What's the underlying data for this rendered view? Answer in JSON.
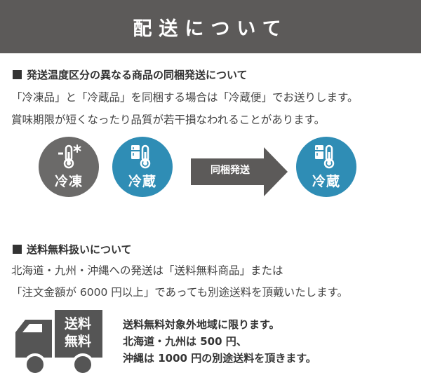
{
  "header": {
    "title": "配送について"
  },
  "section1": {
    "title": "発送温度区分の異なる商品の同梱発送について",
    "lines": [
      "「冷凍品」と「冷蔵品」を同梱する場合は「冷蔵便」でお送りします。",
      "賞味期限が短くなったり品質が若干損なわれることがあります。"
    ],
    "diagram": {
      "frozen_label": "冷凍",
      "chilled_label": "冷蔵",
      "arrow_label": "同梱発送",
      "result_label": "冷蔵"
    },
    "colors": {
      "frozen": "#6b6a69",
      "chilled": "#2f8db5",
      "arrow": "#5c5a59"
    }
  },
  "section2": {
    "title": "送料無料扱いについて",
    "lines": [
      "北海道・九州・沖縄への発送は「送料無料商品」または",
      "「注文金額が 6000 円以上」であっても別途送料を頂戴いたします。"
    ],
    "truck_label_1": "送料",
    "truck_label_2": "無料",
    "notes": [
      "送料無料対象外地域に限ります。",
      "北海道・九州は 500 円、",
      "沖縄は 1000 円の別途送料を頂きます。"
    ]
  }
}
